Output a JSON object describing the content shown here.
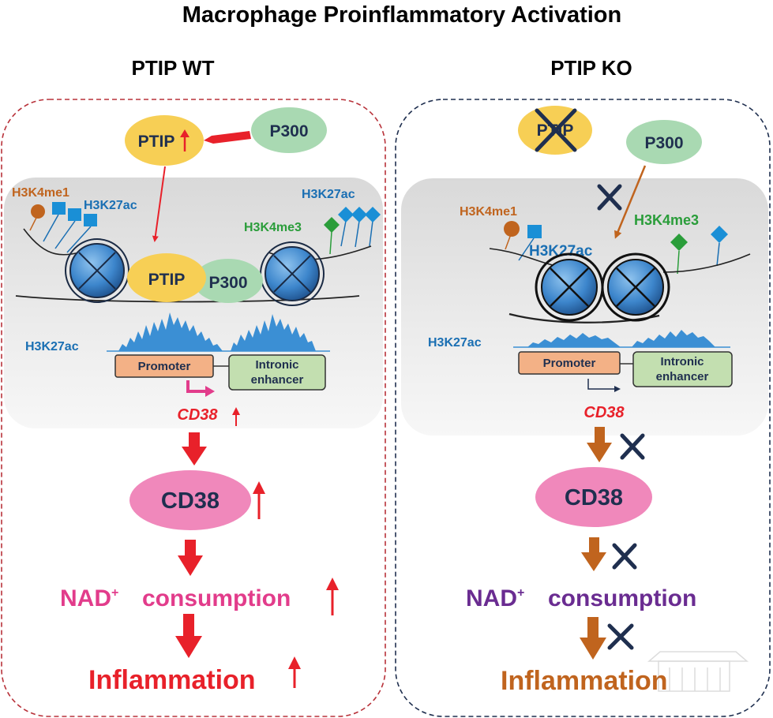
{
  "title": "Macrophage Proinflammatory Activation",
  "colors": {
    "red": "#e8212a",
    "orange": "#c0641e",
    "navy": "#1f2f4f",
    "blue": "#1a6fb3",
    "green": "#2a9d3a",
    "magenta": "#e23c8b",
    "purple": "#6a2c91",
    "yellow": "#f7cf55",
    "mint": "#a9d9b2",
    "pink": "#f088bb",
    "promoter_fill": "#f3b186",
    "enhancer_fill": "#c3dfb0"
  },
  "wt": {
    "heading": "PTIP WT",
    "ptip_top": "PTIP",
    "p300_top": "P300",
    "h3k4me1": "H3K4me1",
    "h3k27ac_left": "H3K27ac",
    "h3k27ac_right": "H3K27ac",
    "h3k4me3": "H3K4me3",
    "ptip_complex": "PTIP",
    "p300_complex": "P300",
    "h3k27ac_track": "H3K27ac",
    "promoter": "Promoter",
    "enhancer_line1": "Intronic",
    "enhancer_line2": "enhancer",
    "cd38_gene": "CD38",
    "cd38_protein": "CD38",
    "nad": "NAD",
    "nad_sup": "+",
    "consumption": "consumption",
    "inflammation": "Inflammation"
  },
  "ko": {
    "heading": "PTIP KO",
    "ptip_top": "PTIP",
    "p300_top": "P300",
    "h3k4me1": "H3K4me1",
    "h3k4me3": "H3K4me3",
    "h3k27ac_mid": "H3K27ac",
    "h3k27ac_track": "H3K27ac",
    "promoter": "Promoter",
    "enhancer_line1": "Intronic",
    "enhancer_line2": "enhancer",
    "cd38_gene": "CD38",
    "cd38_protein": "CD38",
    "nad": "NAD",
    "nad_sup": "+",
    "consumption": "consumption",
    "inflammation": "Inflammation"
  }
}
